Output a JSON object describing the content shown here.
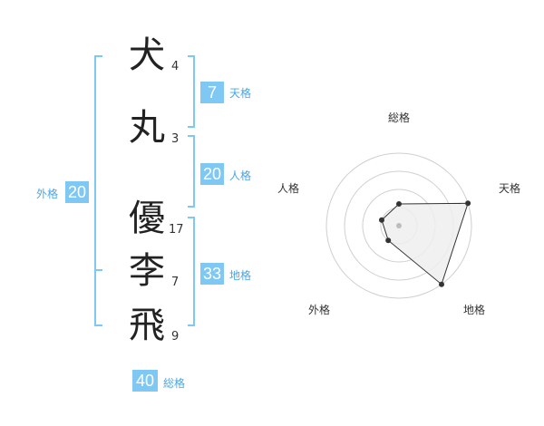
{
  "characters": [
    {
      "char": "犬",
      "strokes": "4"
    },
    {
      "char": "丸",
      "strokes": "3"
    },
    {
      "char": "優",
      "strokes": "17"
    },
    {
      "char": "李",
      "strokes": "7"
    },
    {
      "char": "飛",
      "strokes": "9"
    }
  ],
  "fortune": {
    "tenkaku": {
      "value": "7",
      "label": "天格"
    },
    "jinkaku": {
      "value": "20",
      "label": "人格"
    },
    "chikaku": {
      "value": "33",
      "label": "地格"
    },
    "gaikaku": {
      "value": "20",
      "label": "外格"
    },
    "soukaku": {
      "value": "40",
      "label": "総格"
    }
  },
  "colors": {
    "accent": "#7ec8f3",
    "accent_text": "#4aa6e3",
    "radar_fill": "#eeeeee",
    "radar_line": "#333333"
  },
  "chart_data": {
    "type": "radar",
    "axes": [
      "総格",
      "天格",
      "地格",
      "外格",
      "人格"
    ],
    "levels": 4,
    "values": [
      1.2,
      4,
      4,
      1,
      1
    ]
  }
}
